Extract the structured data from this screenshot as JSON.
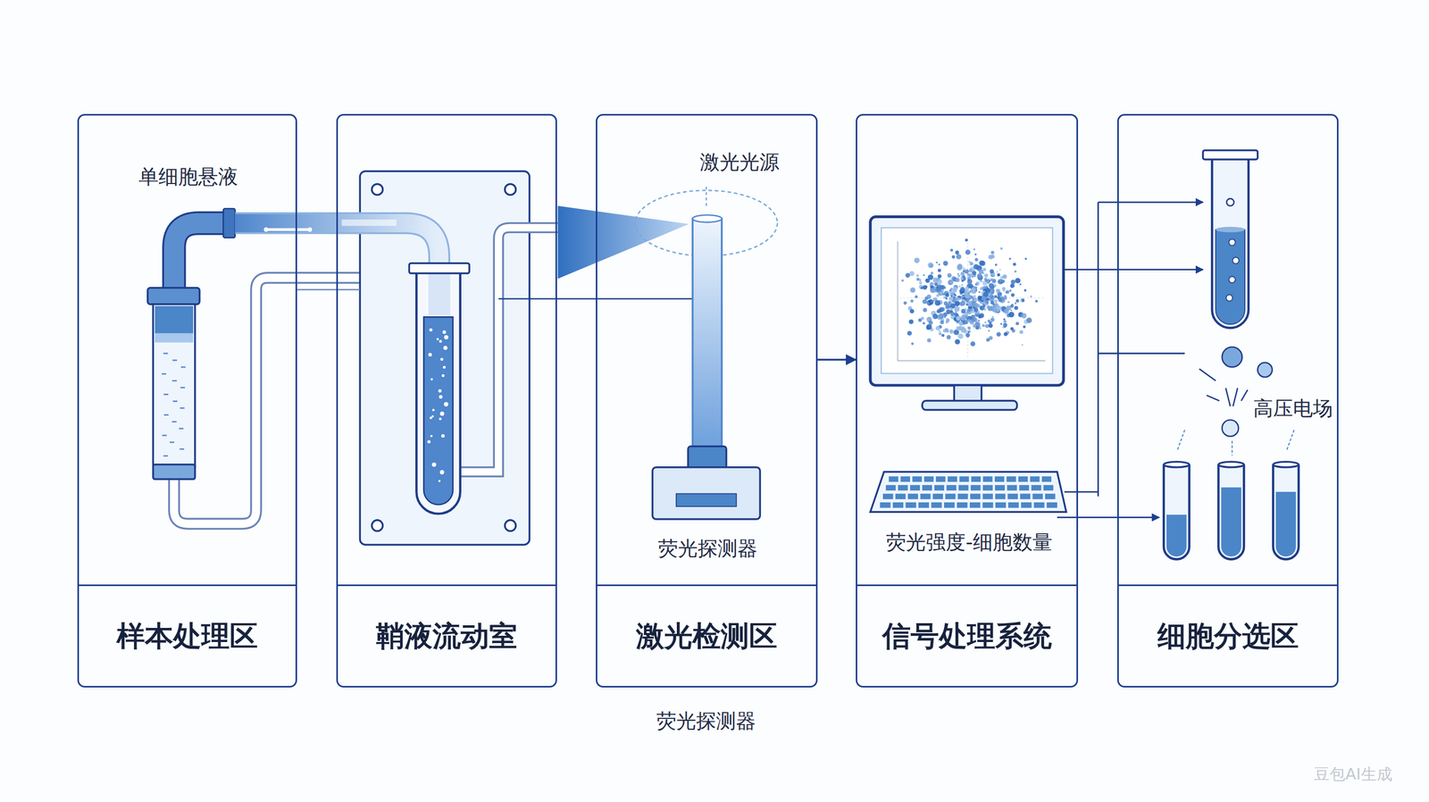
{
  "diagram": {
    "nodes": [
      {
        "text": [
          "单细胞悬液",
          "样本处理区"
        ]
      },
      {
        "text": [
          "鞘液流动室"
        ]
      },
      {
        "text": [
          "激光光源",
          "荧光探测器",
          "激光检测区"
        ]
      },
      {
        "text": [
          "荧光强度-细胞数量",
          "信号处理系统"
        ]
      },
      {
        "text": [
          "高压电场",
          "细胞分选区"
        ]
      }
    ],
    "edges": [
      {
        "from": 2,
        "to": 3,
        "arrow": "to"
      }
    ],
    "labels": [
      "荧光探测器",
      "豆包AI生成"
    ]
  }
}
